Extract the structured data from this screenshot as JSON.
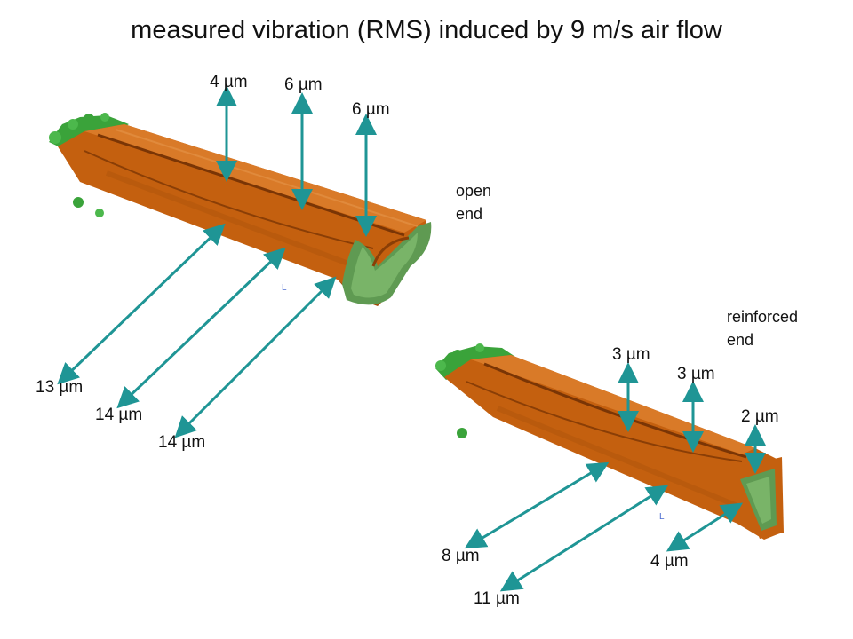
{
  "title": "measured vibration (RMS) induced by 9 m/s air flow",
  "colors": {
    "beam": "#c4600f",
    "beam_dark": "#8a3e06",
    "beam_light": "#d97a28",
    "inside": "#5f9a52",
    "arrow": "#1f9595",
    "fixture": "#3aa33a"
  },
  "top_beam": {
    "end_label": "open end",
    "end_lines": [
      "open",
      "end"
    ],
    "vertical": [
      "4 µm",
      "6 µm",
      "6 µm"
    ],
    "lateral": [
      "13 µm",
      "14 µm",
      "14 µm"
    ]
  },
  "bottom_beam": {
    "end_label": "reinforced end",
    "end_lines": [
      "reinforced",
      "end"
    ],
    "vertical": [
      "3 µm",
      "3 µm",
      "2 µm"
    ],
    "lateral": [
      "8 µm",
      "11 µm",
      "4 µm"
    ]
  }
}
